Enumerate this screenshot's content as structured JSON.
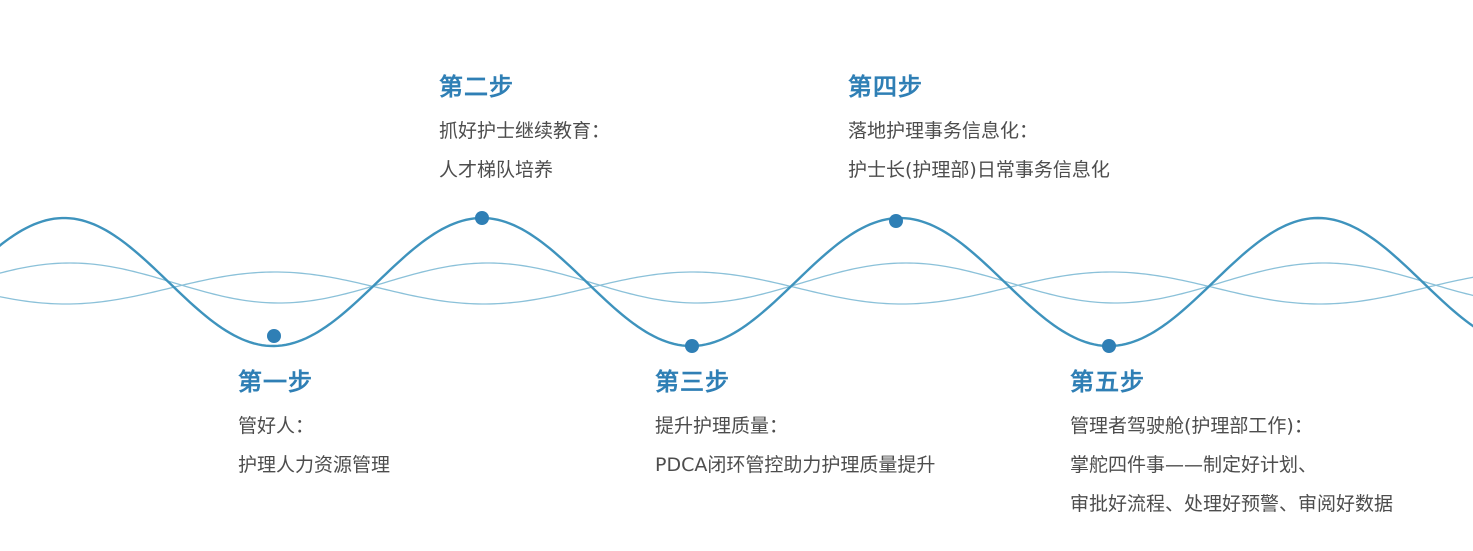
{
  "colors": {
    "main_wave": "#3e93bd",
    "thin_wave": "#8bc1d9",
    "dot": "#2f7fb5",
    "title": "#2f7fb5",
    "text": "#4d4d4d"
  },
  "steps": [
    {
      "title": "第一步",
      "lines": [
        "管好人：",
        "护理人力资源管理"
      ]
    },
    {
      "title": "第二步",
      "lines": [
        "抓好护士继续教育：",
        "人才梯队培养"
      ]
    },
    {
      "title": "第三步",
      "lines": [
        "提升护理质量：",
        "PDCA闭环管控助力护理质量提升"
      ]
    },
    {
      "title": "第四步",
      "lines": [
        "落地护理事务信息化：",
        "护士长(护理部)日常事务信息化"
      ]
    },
    {
      "title": "第五步",
      "lines": [
        "管理者驾驶舱(护理部工作)：",
        "掌舵四件事——制定好计划、",
        "审批好流程、处理好预警、审阅好数据"
      ]
    }
  ]
}
